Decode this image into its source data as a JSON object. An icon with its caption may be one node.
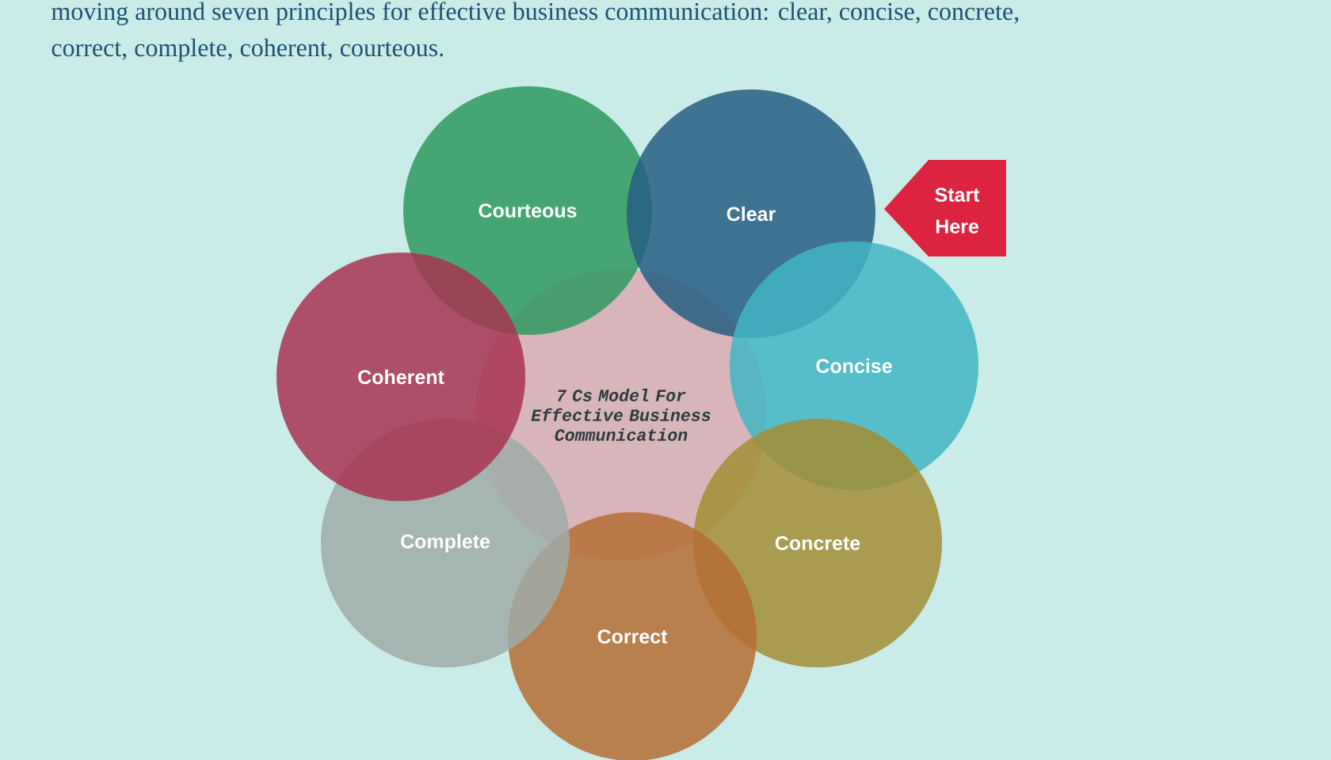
{
  "diagram": {
    "nodes": [
      {
        "text": [
          "Courteous"
        ]
      },
      {
        "text": [
          "Clear"
        ]
      },
      {
        "text": [
          "Start Here"
        ]
      },
      {
        "text": [
          "Coherent"
        ]
      },
      {
        "text": [
          "7 Cs Model For Effective Business Communication"
        ]
      },
      {
        "text": [
          "Concise"
        ]
      },
      {
        "text": [
          "Complete"
        ]
      },
      {
        "text": [
          "Concrete"
        ]
      },
      {
        "text": [
          "Correct"
        ]
      }
    ],
    "labels": [
      "moving around seven principles for effective business communication: clear, concise, concrete, correct, complete, coherent, courteous."
    ]
  }
}
